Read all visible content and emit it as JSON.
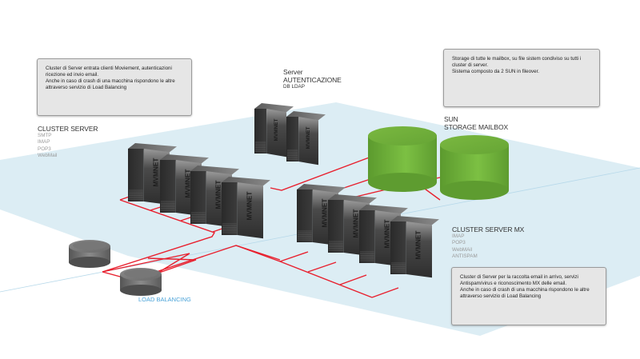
{
  "diagram": {
    "type": "network-architecture",
    "colors": {
      "plane": "#dcedf4",
      "network_line": "#e8202e",
      "storage": "#6db33f",
      "server": "#3a3a3a",
      "load_balancer": "#6e6e6e",
      "note_bg": "#e6e6e6",
      "load_balancing_label": "#4aa3d8"
    }
  },
  "notes": {
    "cluster": {
      "lines": [
        "Cluster di Server entrata clienti Moviement, autenticazioni",
        "ricezione ed invio email.",
        "Anche in caso di crash di una macchina rispondono le altre",
        "attraverso servizio di Load Balancing"
      ]
    },
    "storage": {
      "lines": [
        "Storage di tutte le mailbox, su file sistem condiviso su tutti i",
        "cluster di server.",
        "Sistema composto da 2 SUN in fileover."
      ]
    },
    "mx": {
      "lines": [
        "Cluster di Server per la raccolta email in arrivo, servizi",
        "Antispam/virus e riconoscimento MX delle email.",
        "Anche in caso di crash di una macchina rispondono le altre",
        "attraverso servizio di Load Balancing"
      ]
    }
  },
  "labels": {
    "cluster_server": {
      "title": "CLUSTER SERVER",
      "services": [
        "SMTP",
        "IMAP",
        "POP3",
        "WebMail"
      ]
    },
    "auth_server": {
      "line1": "Server",
      "line2": "AUTENTICAZIONE",
      "line3": "DB LDAP"
    },
    "storage": {
      "line1": "SUN",
      "line2": "STORAGE MAILBOX"
    },
    "cluster_mx": {
      "title": "CLUSTER SERVER MX",
      "services": [
        "IMAP",
        "POP3",
        "WebMAil",
        "ANTISPAM"
      ]
    },
    "load_balancing": "LOAD BALANCING"
  },
  "nodes": {
    "cluster_server_count": 4,
    "auth_server_count": 2,
    "mx_server_count": 4,
    "storage_count": 2,
    "load_balancer_count": 2,
    "server_brand_mark": "MVMNET"
  }
}
